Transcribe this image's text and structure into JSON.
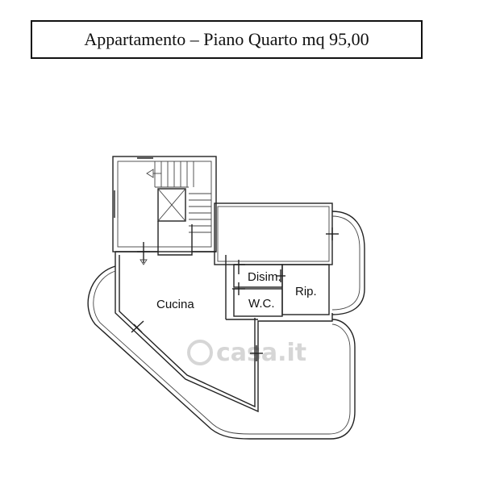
{
  "header": {
    "title": "Appartamento – Piano Quarto mq 95,00"
  },
  "rooms": {
    "cucina": "Cucina",
    "disim": "Disim.",
    "wc": "W.C.",
    "rip": "Rip."
  },
  "watermark": {
    "text": "casa.it"
  },
  "colors": {
    "line": "#222222",
    "watermark": "#d6d6d6"
  }
}
